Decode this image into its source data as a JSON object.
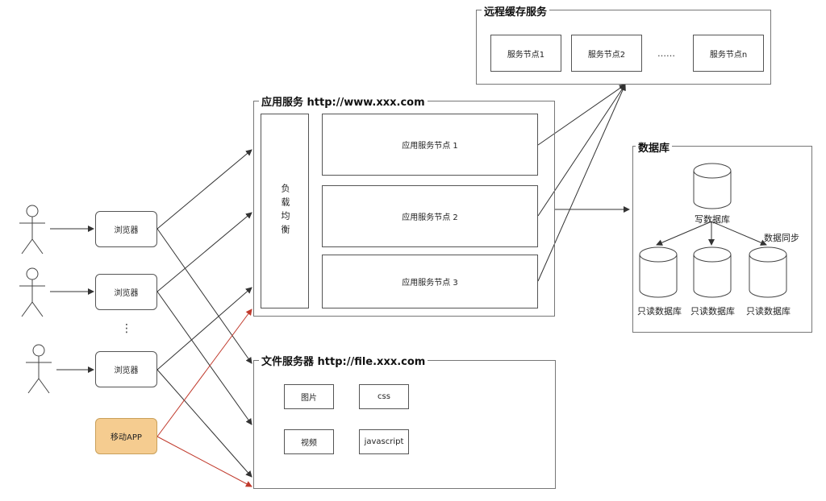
{
  "remote_cache": {
    "title": "远程缓存服务",
    "nodes": [
      "服务节点1",
      "服务节点2",
      "服务节点n"
    ],
    "ellipsis": "……"
  },
  "app_service": {
    "title": "应用服务  http://www.xxx.com",
    "load_balancer": "负载均衡",
    "nodes": [
      "应用服务节点 1",
      "应用服务节点 2",
      "应用服务节点 3"
    ]
  },
  "file_server": {
    "title": "文件服务器 http://file.xxx.com",
    "items": [
      "图片",
      "css",
      "视频",
      "javascript"
    ]
  },
  "database": {
    "title": "数据库",
    "write_db": "写数据库",
    "sync": "数据同步",
    "read_db": "只读数据库"
  },
  "clients": {
    "browsers": [
      "浏览器",
      "浏览器",
      "浏览器"
    ],
    "mobile": "移动APP",
    "ellipsis": "⋮"
  },
  "colors": {
    "line": "#333333",
    "red_line": "#c0392b",
    "mobile_fill": "#f5cc90",
    "mobile_border": "#c9a05a"
  }
}
